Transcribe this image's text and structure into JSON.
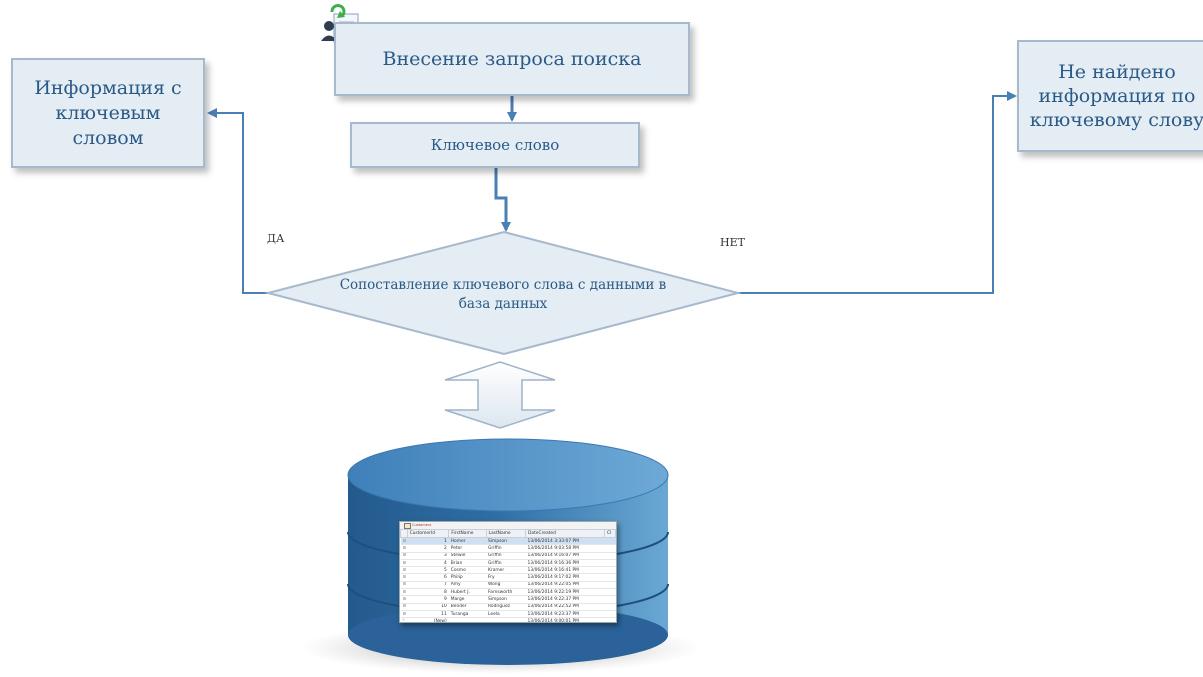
{
  "nodes": {
    "search": "Внесение запроса поиска",
    "keyword": "Ключевое слово",
    "found": "Информация с ключевым словом",
    "notfound": "Не найдено информация по ключевому слову",
    "decision": "Сопоставление ключевого слова с данными в база данных"
  },
  "labels": {
    "yes": "ДА",
    "no": "НЕТ"
  },
  "database": {
    "tab": "Customers",
    "columns": [
      "",
      "CustomerId",
      "FirstName",
      "LastName",
      "DateCreated",
      "Cl"
    ],
    "rows": [
      {
        "id": "1",
        "first": "Homer",
        "last": "Simpson",
        "date": "13/06/2014 3:33:07 PM"
      },
      {
        "id": "2",
        "first": "Peter",
        "last": "Griffin",
        "date": "13/06/2014 9:03:58 PM"
      },
      {
        "id": "3",
        "first": "Stewie",
        "last": "Griffin",
        "date": "13/06/2014 9:16:07 PM"
      },
      {
        "id": "4",
        "first": "Brian",
        "last": "Griffin",
        "date": "13/06/2014 9:16:36 PM"
      },
      {
        "id": "5",
        "first": "Cosmo",
        "last": "Kramer",
        "date": "13/06/2014 9:16:41 PM"
      },
      {
        "id": "6",
        "first": "Philip",
        "last": "Fry",
        "date": "13/06/2014 9:17:02 PM"
      },
      {
        "id": "7",
        "first": "Amy",
        "last": "Wong",
        "date": "13/06/2014 9:22:05 PM"
      },
      {
        "id": "8",
        "first": "Hubert J.",
        "last": "Farnsworth",
        "date": "13/06/2014 9:22:19 PM"
      },
      {
        "id": "9",
        "first": "Marge",
        "last": "Simpson",
        "date": "13/06/2014 9:22:37 PM"
      },
      {
        "id": "10",
        "first": "Bender",
        "last": "Rodriguez",
        "date": "13/06/2014 9:22:52 PM"
      },
      {
        "id": "11",
        "first": "Turanga",
        "last": "Leela",
        "date": "13/06/2014 9:23:37 PM"
      },
      {
        "id": "(New)",
        "first": "",
        "last": "",
        "date": "13/06/2014 9:00:01 PM"
      }
    ]
  },
  "colors": {
    "box_fill": "#e4ecf4",
    "box_border": "#a7b9cc",
    "text": "#2a5a86",
    "arrow": "#4a7fb5",
    "cylinder": "#2e6da4"
  }
}
